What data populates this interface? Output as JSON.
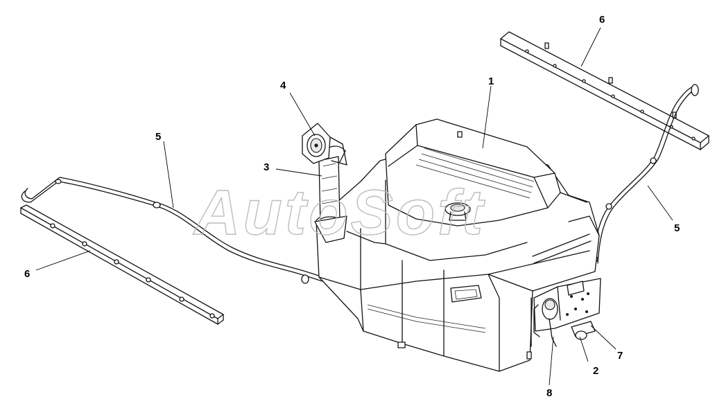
{
  "watermark": "AutoSoft",
  "callouts": {
    "c1": "1",
    "c2": "2",
    "c3": "3",
    "c4": "4",
    "c5_left": "5",
    "c5_right": "5",
    "c6_top": "6",
    "c6_left": "6",
    "c7": "7",
    "c8": "8"
  }
}
